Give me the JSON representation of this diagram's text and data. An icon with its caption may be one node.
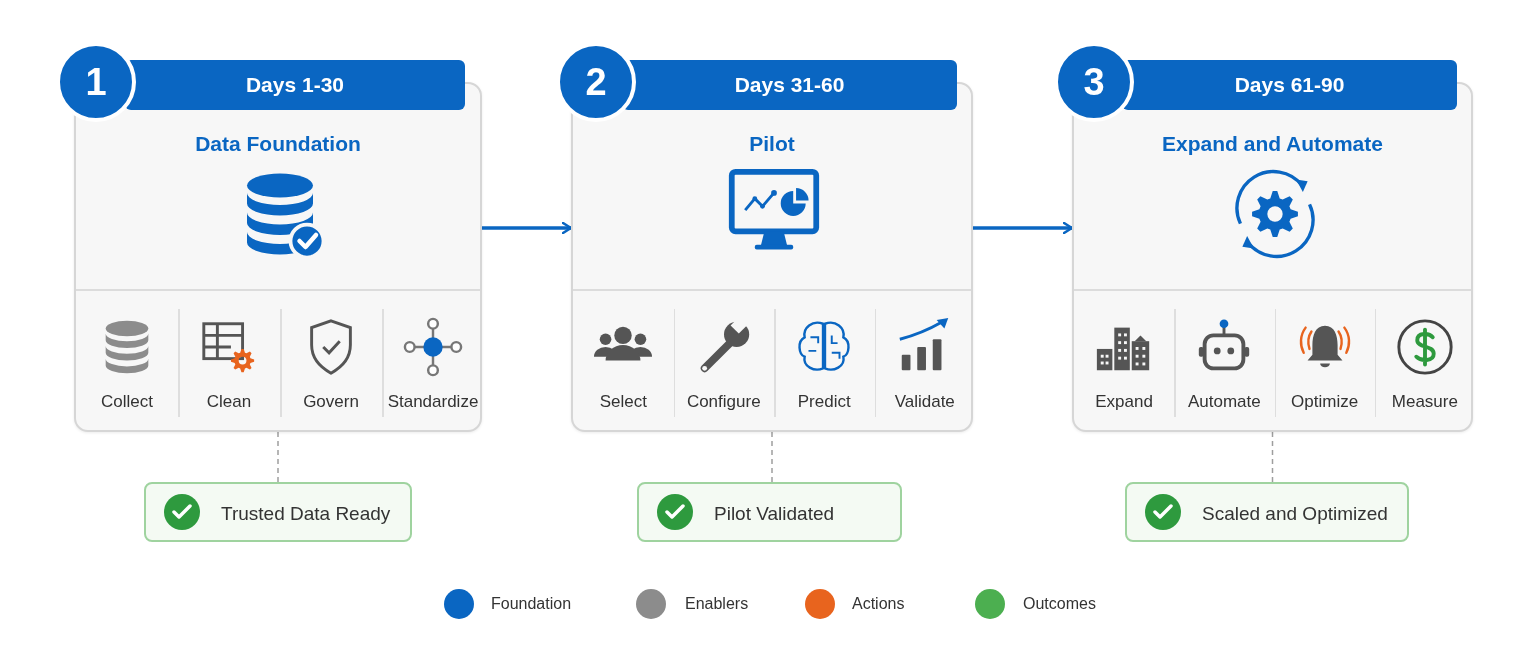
{
  "diagram": {
    "nodes": [
      {
        "text": [
          "1"
        ]
      },
      {
        "text": [
          "Days 1-30"
        ]
      },
      {
        "text": [
          "Data Foundation"
        ]
      },
      {
        "text": [
          "Collect"
        ],
        "in": 2
      },
      {
        "text": [
          "Clean"
        ],
        "in": 2
      },
      {
        "text": [
          "Govern"
        ],
        "in": 2
      },
      {
        "text": [
          "Standardize"
        ],
        "in": 2
      },
      {
        "text": [
          "Trusted Data Ready"
        ]
      },
      {
        "text": [
          "2"
        ]
      },
      {
        "text": [
          "Days 31-60"
        ]
      },
      {
        "text": [
          "Pilot"
        ]
      },
      {
        "text": [
          "Select"
        ],
        "in": 10
      },
      {
        "text": [
          "Configure"
        ],
        "in": 10
      },
      {
        "text": [
          "Predict"
        ],
        "in": 10
      },
      {
        "text": [
          "Validate"
        ],
        "in": 10
      },
      {
        "text": [
          "Pilot Validated"
        ]
      },
      {
        "text": [
          "3"
        ]
      },
      {
        "text": [
          "Days 61-90"
        ]
      },
      {
        "text": [
          "Expand and Automate"
        ]
      },
      {
        "text": [
          "Expand"
        ],
        "in": 18
      },
      {
        "text": [
          "Automate"
        ],
        "in": 18
      },
      {
        "text": [
          "Optimize"
        ],
        "in": 18
      },
      {
        "text": [
          "Measure"
        ],
        "in": 18
      },
      {
        "text": [
          "Scaled and Optimized"
        ]
      }
    ],
    "edges": [
      {
        "from": 2,
        "to": 10,
        "arrow": "to",
        "color": "#0a66c2"
      },
      {
        "from": 10,
        "to": 18,
        "arrow": "to",
        "color": "#0a66c2"
      },
      {
        "from": 2,
        "to": 7,
        "arrow": "none",
        "style": "dashed"
      },
      {
        "from": 10,
        "to": 15,
        "arrow": "none",
        "style": "dashed"
      },
      {
        "from": 18,
        "to": 23,
        "arrow": "none",
        "style": "dashed"
      }
    ],
    "legend": [
      {
        "text": "Foundation",
        "color": "#0a66c2"
      },
      {
        "text": "Enablers",
        "color": "#8c8c8c"
      },
      {
        "text": "Actions",
        "color": "#e8641e"
      },
      {
        "text": "Outcomes",
        "color": "#4caf50"
      }
    ]
  }
}
